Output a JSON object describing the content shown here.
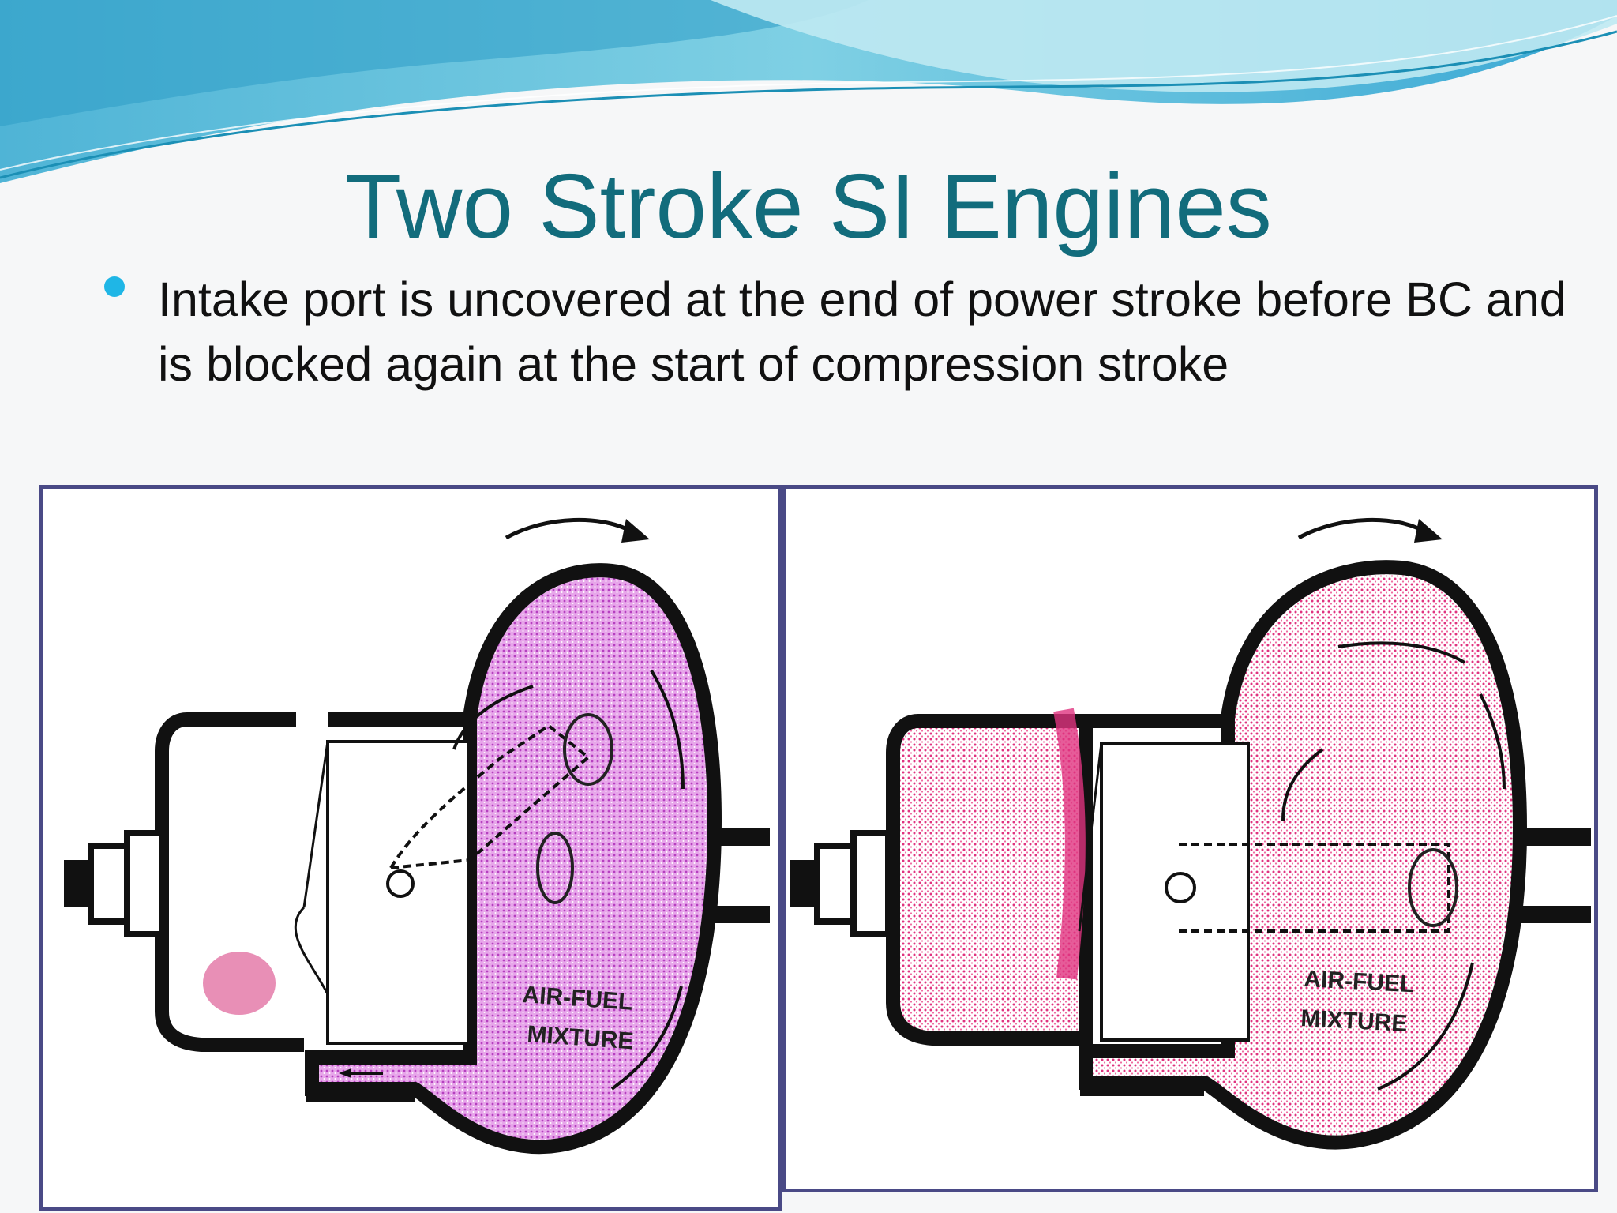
{
  "slide": {
    "title": "Two Stroke SI Engines",
    "bullets": [
      "Intake port is uncovered at the end of power stroke before BC and is blocked again at the start of compression stroke"
    ]
  },
  "figures": [
    {
      "label_line1": "AIR-FUEL",
      "label_line2": "MIXTURE"
    },
    {
      "label_line1": "AIR-FUEL",
      "label_line2": "MIXTURE"
    }
  ],
  "colors": {
    "title": "#126c7c",
    "bullet": "#1fb6e6",
    "frame": "#4a4a86",
    "mixture_left": "#cf5fd4",
    "mixture_right": "#e0337f"
  }
}
